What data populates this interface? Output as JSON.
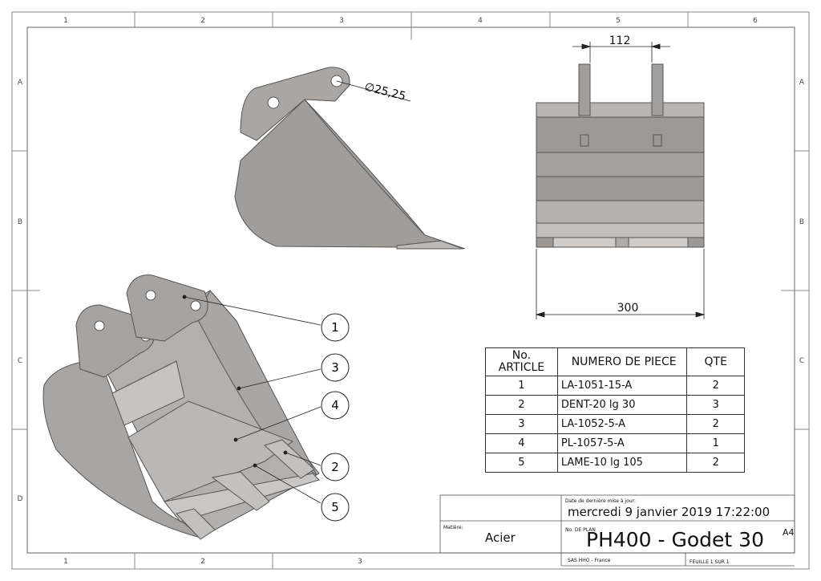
{
  "frame": {
    "col_labels": [
      "1",
      "2",
      "3",
      "4",
      "5",
      "6"
    ],
    "bottom_col_labels": [
      "1",
      "2",
      "3"
    ],
    "row_labels": [
      "A",
      "B",
      "C",
      "D"
    ]
  },
  "dimensions": {
    "hole_diameter": "∅25,25",
    "lug_spacing": "112",
    "overall_width": "300"
  },
  "balloons": [
    "1",
    "3",
    "4",
    "2",
    "5"
  ],
  "bom": {
    "headers": {
      "article_line1": "No.",
      "article_line2": "ARTICLE",
      "part_number": "NUMERO DE PIECE",
      "qty": "QTE"
    },
    "rows": [
      {
        "article": "1",
        "part": "LA-1051-15-A",
        "qty": "2"
      },
      {
        "article": "2",
        "part": "DENT-20 lg 30",
        "qty": "3"
      },
      {
        "article": "3",
        "part": "LA-1052-5-A",
        "qty": "2"
      },
      {
        "article": "4",
        "part": "PL-1057-5-A",
        "qty": "1"
      },
      {
        "article": "5",
        "part": "LAME-10 lg 105",
        "qty": "2"
      }
    ]
  },
  "title_block": {
    "last_update_label": "Date de dernière mise à jour:",
    "last_update_value": "mercredi 9 janvier 2019 17:22:00",
    "material_label": "Matière:",
    "material_value": "Acier",
    "drawing_no_label": "No. DE PLAN",
    "drawing_title": "PH400 - Godet 30",
    "sheet_size": "A4",
    "company": "SAS HHO - France",
    "sheet": "FEUILLE 1 SUR 1"
  }
}
